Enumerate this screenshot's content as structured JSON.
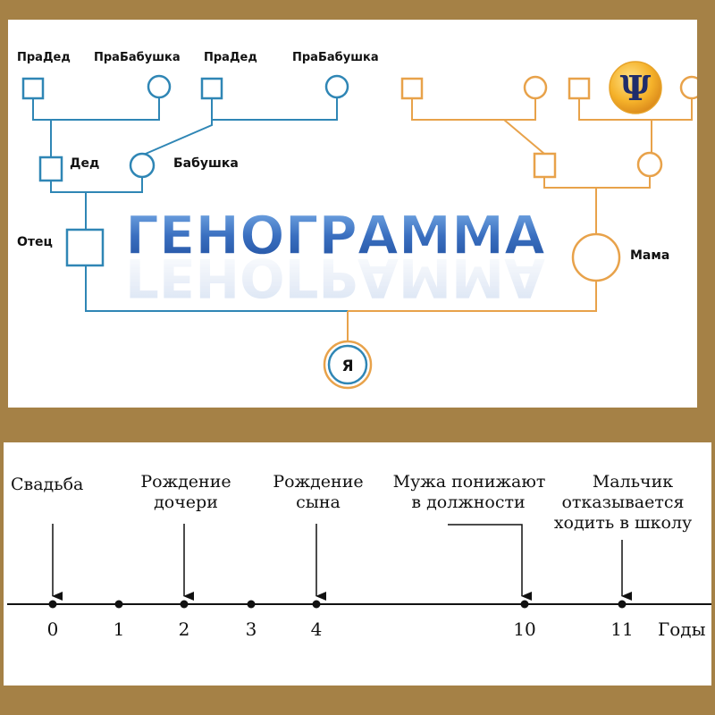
{
  "genogram": {
    "title": "ГЕНОГРАММА",
    "labels": {
      "great_grandfather_1": "ПраДед",
      "great_grandmother_1": "ПраБабушка",
      "great_grandfather_2": "ПраДед",
      "great_grandmother_2": "ПраБабушка",
      "grandfather": "Дед",
      "grandmother": "Бабушка",
      "father": "Отец",
      "mother": "Мама",
      "self": "Я"
    },
    "logo_symbol": "Ψ",
    "colors": {
      "paternal_line": "#2f86b5",
      "maternal_line": "#e8a24a",
      "title": "#3a6fc0",
      "frame": "#a58146"
    }
  },
  "timeline": {
    "events": [
      {
        "lines": [
          "Свадьба"
        ],
        "year": 0
      },
      {
        "lines": [
          "Рождение",
          "дочери"
        ],
        "year": 2
      },
      {
        "lines": [
          "Рождение",
          "сына"
        ],
        "year": 4
      },
      {
        "lines": [
          "Мужа понижают",
          "в должности"
        ],
        "year": 10
      },
      {
        "lines": [
          "Мальчик",
          "отказывается",
          "ходить в школу"
        ],
        "year": 11
      }
    ],
    "ticks": [
      "0",
      "1",
      "2",
      "3",
      "4",
      "10",
      "11"
    ],
    "axis_label": "Годы"
  }
}
